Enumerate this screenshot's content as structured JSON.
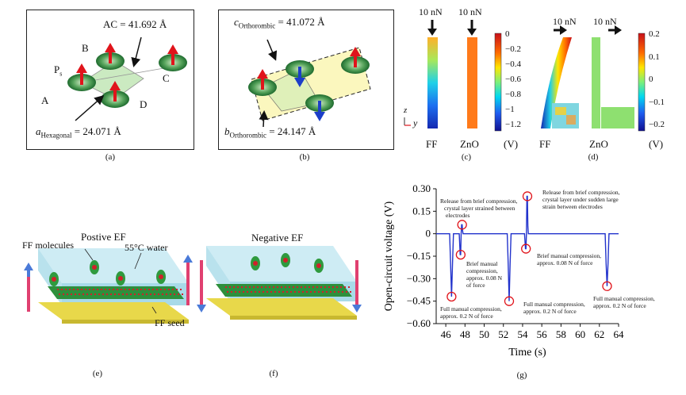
{
  "panels": {
    "a": {
      "label": "(a)",
      "ac_text": "AC = 41.692 Å",
      "points": [
        "A",
        "B",
        "C",
        "D"
      ],
      "ps_main": "P",
      "ps_sub": "s",
      "a_main": "a",
      "a_sub": "Hexagonal",
      "a_value": "= 24.071 Å"
    },
    "b": {
      "label": "(b)",
      "c_main": "c",
      "c_sub": "Orthorombic",
      "c_value": "= 41.072 Å",
      "b_main": "b",
      "b_sub": "Orthorombic",
      "b_value": "= 24.147 Å"
    },
    "c": {
      "label": "(c)",
      "force1": "10 nN",
      "force2": "10 nN",
      "ticks": [
        "0",
        "−0.2",
        "−0.4",
        "−0.6",
        "−0.8",
        "−1",
        "−1.2"
      ],
      "axis_z": "z",
      "axis_y": "y",
      "names": [
        "FF",
        "ZnO",
        "(V)"
      ]
    },
    "d": {
      "label": "(d)",
      "force1": "10 nN",
      "force2": "10 nN",
      "ticks": [
        "0.2",
        "0.1",
        "0",
        "−0.1",
        "−0.2"
      ],
      "names": [
        "FF",
        "ZnO",
        "(V)"
      ]
    },
    "e": {
      "label": "(e)",
      "title": "Postive EF",
      "ff_molecules": "FF molecules",
      "water": "55°C water",
      "ff_seed": "FF seed"
    },
    "f": {
      "label": "(f)",
      "title": "Negative EF"
    },
    "g": {
      "label": "(g)",
      "annotations": [
        "Release from brief compression,",
        "crystal layer strained between",
        "electrodes",
        "Release from brief compression,",
        "crystal layer under sudden large",
        "strain between electrodes",
        "Brief manual",
        "compression,",
        "approx. 0.08 N",
        "of force",
        "Brief manual compression,",
        "approx. 0.08 N of force",
        "Full manual compression,",
        "approx. 0.2 N of force",
        "Full manual compression,",
        "approx. 0.2 N of force",
        "Full manual compression,",
        "approx. 0.2 N of force"
      ]
    }
  },
  "chart_data": {
    "type": "line",
    "title": "",
    "xlabel": "Time (s)",
    "ylabel": "Open-circuit voltage (V)",
    "xlim": [
      45,
      64
    ],
    "ylim": [
      -0.6,
      0.3
    ],
    "xticks": [
      46,
      48,
      50,
      52,
      54,
      56,
      58,
      60,
      62,
      64
    ],
    "yticks": [
      0.3,
      0.15,
      0,
      -0.15,
      -0.3,
      -0.45,
      -0.6
    ],
    "ytick_labels": [
      "0.30",
      "0.15",
      "0",
      "−0.15",
      "−0.30",
      "−0.45",
      "−0.60"
    ],
    "grid": false,
    "color": "#2233cc",
    "series": [
      {
        "x": [
          45.0,
          46.4,
          46.5,
          46.6,
          46.7,
          46.8,
          47.4,
          47.5,
          47.55,
          47.6,
          47.65,
          47.7,
          47.75,
          47.8,
          47.9,
          52.4,
          52.5,
          52.6,
          52.7,
          52.8,
          54.2,
          54.3,
          54.35,
          54.4,
          54.45,
          54.5,
          54.55,
          54.6,
          54.7,
          62.6,
          62.7,
          62.8,
          62.9,
          63.0,
          64.0
        ],
        "y": [
          0,
          0,
          -0.2,
          -0.42,
          -0.2,
          0,
          0,
          -0.14,
          -0.14,
          0,
          0.06,
          0.06,
          0.02,
          0,
          0,
          0,
          -0.2,
          -0.45,
          -0.2,
          0,
          0,
          -0.1,
          -0.1,
          0,
          0.25,
          0.25,
          0.05,
          0,
          0,
          0,
          -0.2,
          -0.35,
          -0.2,
          0,
          0
        ]
      }
    ],
    "markers": [
      {
        "x": 46.6,
        "y": -0.42
      },
      {
        "x": 47.55,
        "y": -0.14
      },
      {
        "x": 47.7,
        "y": 0.06
      },
      {
        "x": 52.6,
        "y": -0.45
      },
      {
        "x": 54.35,
        "y": -0.1
      },
      {
        "x": 54.5,
        "y": 0.25
      },
      {
        "x": 62.8,
        "y": -0.35
      }
    ]
  }
}
